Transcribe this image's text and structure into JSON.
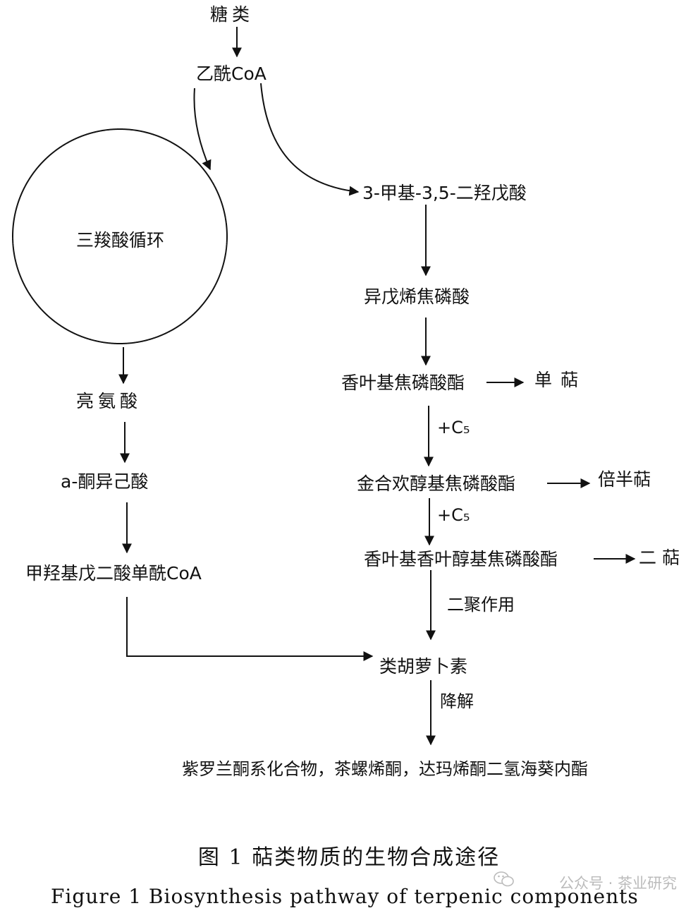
{
  "nodes": {
    "sugar": "糖类",
    "acetyl_coa": "乙酰CoA",
    "tca_cycle": "三羧酸循环",
    "leucine": "亮氨酸",
    "ketoisocaproate": "a-酮异己酸",
    "hmg_coa": "甲羟基戊二酸单酰CoA",
    "mevalonate": "3-甲基-3,5-二羟戊酸",
    "ipp": "异戊烯焦磷酸",
    "gpp": "香叶基焦磷酸酯",
    "monoterpene": "单萜",
    "fpp": "金合欢醇基焦磷酸酯",
    "sesquiterpene": "倍半萜",
    "ggpp": "香叶基香叶醇基焦磷酸酯",
    "diterpene": "二萜",
    "carotenoid": "类胡萝卜素",
    "products": "紫罗兰酮系化合物，茶螺烯酮，达玛烯酮二氢海葵内酯"
  },
  "steps": {
    "add_c5_1": "+C₅",
    "add_c5_2": "+C₅",
    "dimerization": "二聚作用",
    "degradation": "降解"
  },
  "caption": {
    "zh": "图 1  萜类物质的生物合成途径",
    "en": "Figure 1   Biosynthesis pathway of terpenic components"
  },
  "watermark": "公众号 · 茶业研究",
  "colors": {
    "ink": "#111111",
    "watermark": "#bbbbbb"
  }
}
